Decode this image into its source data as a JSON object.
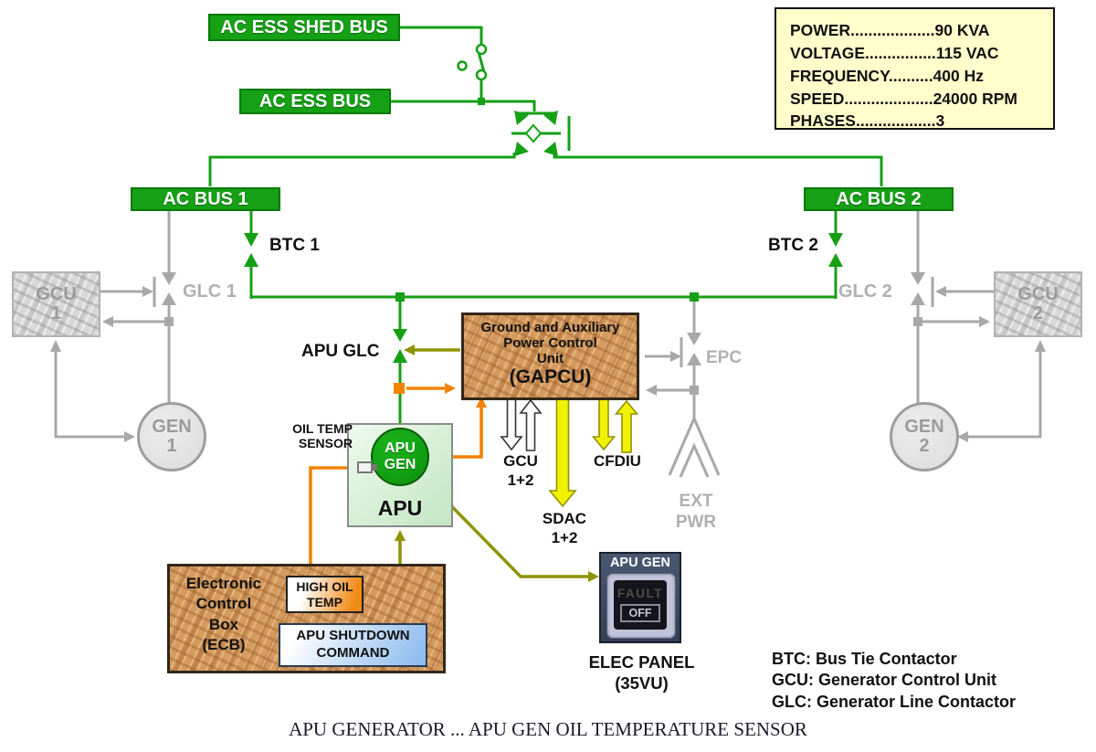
{
  "caption": "APU GENERATOR ... APU GEN OIL TEMPERATURE SENSOR",
  "specs": {
    "lines": [
      "POWER...................90 KVA",
      "VOLTAGE................115 VAC",
      "FREQUENCY..........400 Hz",
      "SPEED....................24000 RPM",
      "PHASES..................3"
    ]
  },
  "buses": {
    "ac_ess_shed_bus": "AC ESS SHED BUS",
    "ac_ess_bus": "AC ESS BUS",
    "ac_bus_1": "AC BUS 1",
    "ac_bus_2": "AC BUS 2"
  },
  "contactors": {
    "btc1": "BTC 1",
    "btc2": "BTC 2",
    "glc1": "GLC 1",
    "glc2": "GLC 2",
    "apu_glc": "APU GLC",
    "epc": "EPC"
  },
  "units": {
    "gcu1": "GCU\n1",
    "gcu2": "GCU\n2",
    "gen1": "GEN\n1",
    "gen2": "GEN\n2",
    "gapcu_lines": [
      "Ground and Auxiliary",
      "Power Control",
      "Unit",
      "(GAPCU)"
    ],
    "apu_gen": "APU\nGEN",
    "apu": "APU",
    "ecb": "Electronic\nControl\nBox\n(ECB)",
    "high_oil_temp": "HIGH OIL\nTEMP",
    "apu_shutdown_command": "APU SHUTDOWN\nCOMMAND",
    "ext_pwr": "EXT\nPWR"
  },
  "signals": {
    "gcu_1_2": "GCU\n1+2",
    "sdac_1_2": "SDAC\n1+2",
    "cfdiu": "CFDIU",
    "oil_temp_sensor": "OIL TEMP\nSENSOR"
  },
  "elec_panel": {
    "header": "APU GEN",
    "fault": "FAULT",
    "off": "OFF",
    "caption": "ELEC PANEL\n(35VU)"
  },
  "legend": {
    "lines": [
      "BTC: Bus Tie Contactor",
      "GCU: Generator Control Unit",
      "GLC: Generator Line Contactor"
    ]
  },
  "colors": {
    "green": "#15a015",
    "gray": "#a8a8a8",
    "orange": "#f28200",
    "olive": "#8f9400",
    "yellow": "#f2f200",
    "pcb_tan": "#d49a5e",
    "pcb_gray": "#d8d8d8",
    "spec_bg": "#ffffcc",
    "panel_bg": "#3e4c66",
    "apu_green": "#12a012"
  }
}
